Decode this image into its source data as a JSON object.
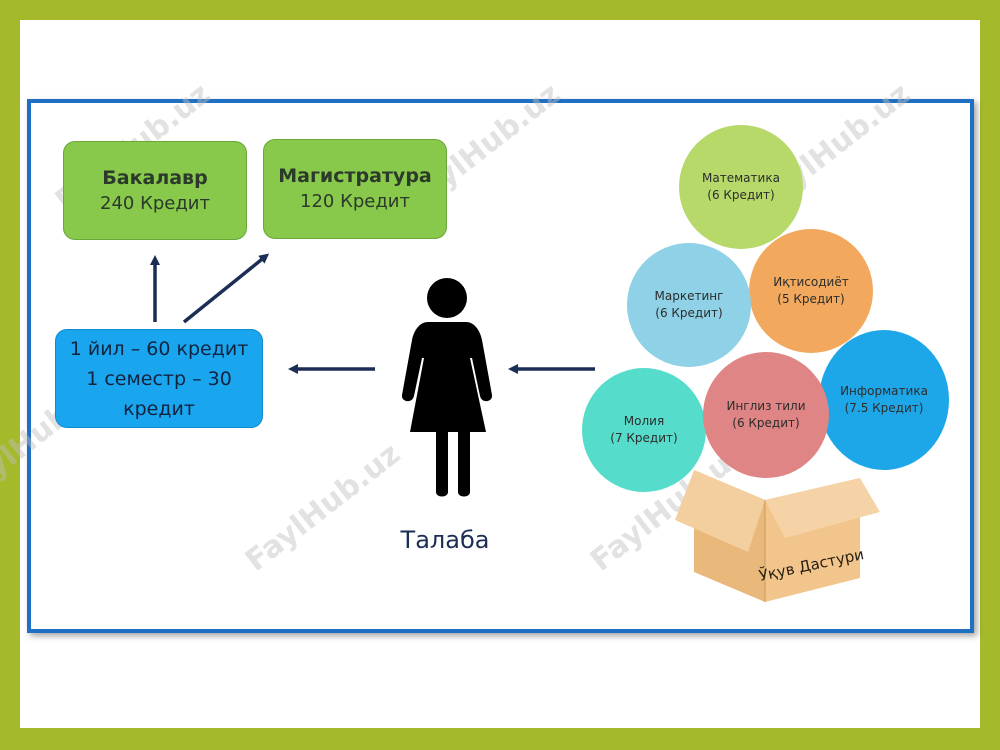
{
  "degrees": {
    "bachelor": {
      "title": "Бакалавр",
      "credits": "240 Кредит"
    },
    "master": {
      "title": "Магистратура",
      "credits": "120 Кредит"
    }
  },
  "credit_info": {
    "line1": "1 йил – 60 кредит",
    "line2": "1 семестр – 30 кредит"
  },
  "student_label": "Талаба",
  "subjects": [
    {
      "name": "Математика",
      "credits": "(6 Кредит)",
      "color": "#b6d96a"
    },
    {
      "name": "Иқтисодиёт",
      "credits": "(5 Кредит)",
      "color": "#f2a95e"
    },
    {
      "name": "Маркетинг",
      "credits": "(6 Кредит)",
      "color": "#8fd1e6"
    },
    {
      "name": "Информатика",
      "credits": "(7.5 Кредит)",
      "color": "#1ea7e8"
    },
    {
      "name": "Молия",
      "credits": "(7 Кредит)",
      "color": "#56dccb"
    },
    {
      "name": "Инглиз тили",
      "credits": "(6 Кредит)",
      "color": "#e08585"
    }
  ],
  "box_label": "Ўқув Дастури",
  "watermark": "FaylHub.uz",
  "colors": {
    "background": "#a6b92b",
    "frame": "#1f6fc2",
    "arrow": "#1c2e55",
    "green_box": "#88c84a",
    "blue_box": "#1aa6ef"
  }
}
